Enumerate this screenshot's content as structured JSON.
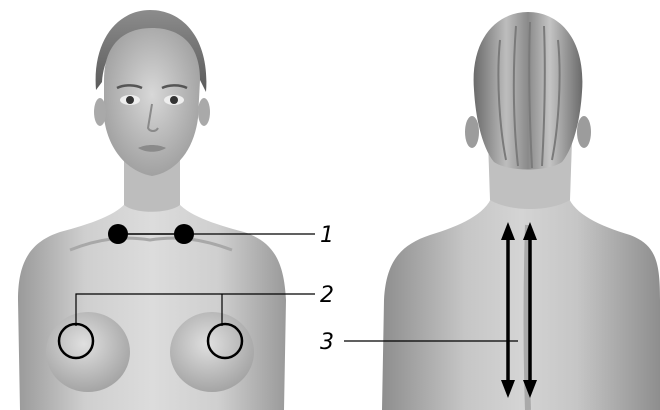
{
  "figure": {
    "front_view": {
      "name": "front-torso-figure"
    },
    "back_view": {
      "name": "back-torso-figure"
    },
    "callouts": [
      {
        "number": "1",
        "target": "clavicle-points"
      },
      {
        "number": "2",
        "target": "chest-circles"
      },
      {
        "number": "3",
        "target": "spine-arrows"
      }
    ],
    "colors": {
      "skin_light": "#d9d9d9",
      "skin_mid": "#b5b5b5",
      "skin_dark": "#8a8a8a",
      "hair_light": "#c8c8c8",
      "hair_dark": "#6e6e6e",
      "marker": "#000000",
      "background": "#ffffff"
    }
  }
}
